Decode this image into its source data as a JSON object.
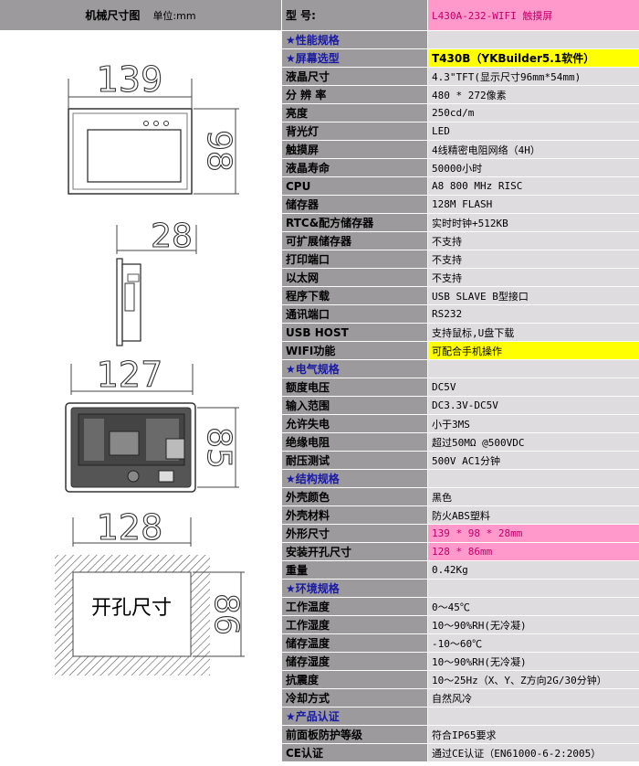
{
  "left_header": {
    "title": "机械尺寸图",
    "unit": "单位:mm"
  },
  "drawing": {
    "front_width": "139",
    "front_height": "98",
    "side_depth": "28",
    "back_width": "127",
    "back_height": "85",
    "cutout_width": "128",
    "cutout_height": "86",
    "cutout_label": "开孔尺寸"
  },
  "spec_rows": [
    {
      "label": "型    号:",
      "value": "L430A-232-WIFI 触摸屏",
      "style": "first hl-pink magenta"
    },
    {
      "label": "★性能规格",
      "value": "",
      "style": "section"
    },
    {
      "label": "★屏幕选型",
      "value": "T430B（YKBuilder5.1软件）",
      "style": "section hl-yellow bold-r"
    },
    {
      "label": "液晶尺寸",
      "value": "4.3\"TFT(显示尺寸96mm*54mm)",
      "style": ""
    },
    {
      "label": "分 辨 率",
      "value": "480 * 272像素",
      "style": ""
    },
    {
      "label": "亮度",
      "value": "250cd/m",
      "style": ""
    },
    {
      "label": "背光灯",
      "value": "LED",
      "style": ""
    },
    {
      "label": "触摸屏",
      "value": "4线精密电阻网络（4H）",
      "style": ""
    },
    {
      "label": "液晶寿命",
      "value": "50000小时",
      "style": ""
    },
    {
      "label": "CPU",
      "value": "A8 800 MHz RISC",
      "style": ""
    },
    {
      "label": "储存器",
      "value": "128M FLASH",
      "style": ""
    },
    {
      "label": "RTC&配方储存器",
      "value": "实时时钟+512KB",
      "style": ""
    },
    {
      "label": "可扩展储存器",
      "value": "不支持",
      "style": ""
    },
    {
      "label": "打印端口",
      "value": "不支持",
      "style": ""
    },
    {
      "label": "以太网",
      "value": "不支持",
      "style": ""
    },
    {
      "label": "程序下载",
      "value": "USB SLAVE B型接口",
      "style": ""
    },
    {
      "label": "通讯端口",
      "value": "RS232",
      "style": ""
    },
    {
      "label": "USB HOST",
      "value": "支持鼠标,U盘下载",
      "style": ""
    },
    {
      "label": "WIFI功能",
      "value": "可配合手机操作",
      "style": "hl-yellow"
    },
    {
      "label": "★电气规格",
      "value": "",
      "style": "section"
    },
    {
      "label": "额度电压",
      "value": "DC5V",
      "style": ""
    },
    {
      "label": "输入范围",
      "value": "DC3.3V-DC5V",
      "style": ""
    },
    {
      "label": "允许失电",
      "value": "小于3MS",
      "style": ""
    },
    {
      "label": "绝缘电阻",
      "value": "超过50MΩ  @500VDC",
      "style": ""
    },
    {
      "label": "耐压测试",
      "value": "500V AC1分钟",
      "style": ""
    },
    {
      "label": "★结构规格",
      "value": "",
      "style": "section"
    },
    {
      "label": "外壳颜色",
      "value": "黑色",
      "style": ""
    },
    {
      "label": "外壳材料",
      "value": "防火ABS塑料",
      "style": ""
    },
    {
      "label": "外形尺寸",
      "value": "139 * 98 * 28mm",
      "style": "hl-pink magenta"
    },
    {
      "label": "安装开孔尺寸",
      "value": "128 * 86mm",
      "style": "hl-pink magenta"
    },
    {
      "label": "重量",
      "value": "0.42Kg",
      "style": ""
    },
    {
      "label": "★环境规格",
      "value": "",
      "style": "section"
    },
    {
      "label": "工作温度",
      "value": "0～45℃",
      "style": ""
    },
    {
      "label": "工作湿度",
      "value": "10～90%RH(无冷凝)",
      "style": ""
    },
    {
      "label": "储存温度",
      "value": "-10～60℃",
      "style": ""
    },
    {
      "label": "储存湿度",
      "value": "10～90%RH(无冷凝)",
      "style": ""
    },
    {
      "label": "抗震度",
      "value": "10～25Hz（X、Y、Z方向2G/30分钟）",
      "style": ""
    },
    {
      "label": "冷却方式",
      "value": "自然风冷",
      "style": ""
    },
    {
      "label": "★产品认证",
      "value": "",
      "style": "section"
    },
    {
      "label": "前面板防护等级",
      "value": "符合IP65要求",
      "style": ""
    },
    {
      "label": "CE认证",
      "value": "通过CE认证（EN61000-6-2:2005）",
      "style": ""
    }
  ]
}
